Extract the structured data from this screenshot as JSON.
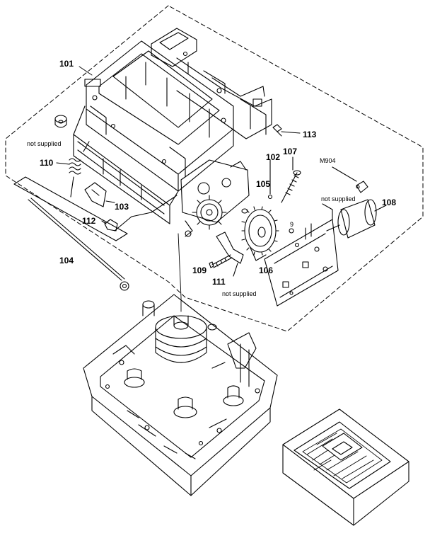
{
  "parts": {
    "p101": "101",
    "p102": "102",
    "p103": "103",
    "p104": "104",
    "p105": "105",
    "p106": "106",
    "p107": "107",
    "p108": "108",
    "p109": "109",
    "p110": "110",
    "p111": "111",
    "p112": "112",
    "p113": "113",
    "m904": "M904"
  },
  "notes": {
    "not_supplied_left": "not supplied",
    "not_supplied_right": "not supplied",
    "not_supplied_bottom": "not supplied",
    "screw_mark": "9"
  }
}
